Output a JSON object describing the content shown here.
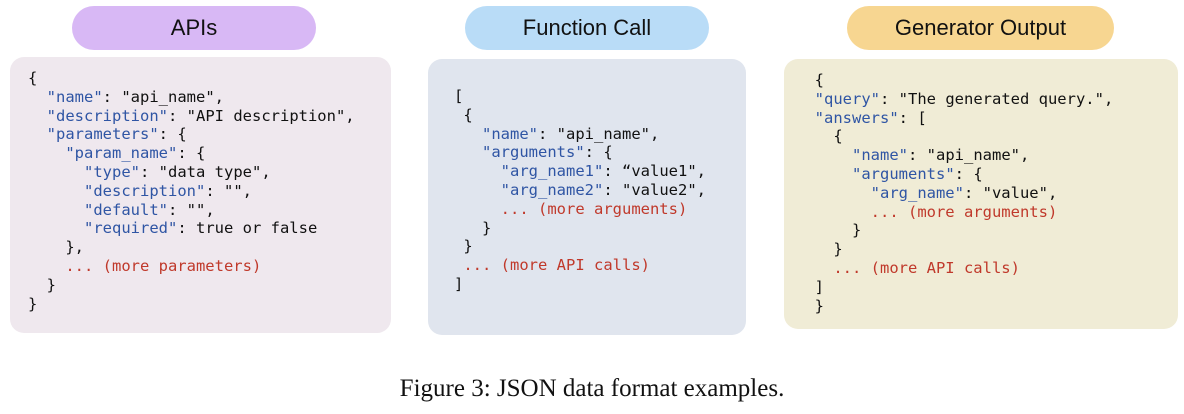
{
  "colors": {
    "apis_pill": "#d8b8f5",
    "apis_panel": "#efe8ee",
    "function_pill": "#b9dcf7",
    "function_panel": "#e0e5ee",
    "generator_pill": "#f7d691",
    "generator_panel": "#f0ecd6",
    "key_text": "#2f55a4",
    "more_text": "#c0392b"
  },
  "panels": [
    {
      "title": "APIs",
      "lines": [
        [
          {
            "t": "{"
          }
        ],
        [
          {
            "t": "  "
          },
          {
            "t": "\"name\"",
            "k": true
          },
          {
            "t": ": \"api_name\","
          }
        ],
        [
          {
            "t": "  "
          },
          {
            "t": "\"description\"",
            "k": true
          },
          {
            "t": ": \"API description\","
          }
        ],
        [
          {
            "t": "  "
          },
          {
            "t": "\"parameters\"",
            "k": true
          },
          {
            "t": ": {"
          }
        ],
        [
          {
            "t": "    "
          },
          {
            "t": "\"param_name\"",
            "k": true
          },
          {
            "t": ": {"
          }
        ],
        [
          {
            "t": "      "
          },
          {
            "t": "\"type\"",
            "k": true
          },
          {
            "t": ": \"data type\","
          }
        ],
        [
          {
            "t": "      "
          },
          {
            "t": "\"description\"",
            "k": true
          },
          {
            "t": ": \"\","
          }
        ],
        [
          {
            "t": "      "
          },
          {
            "t": "\"default\"",
            "k": true
          },
          {
            "t": ": \"\","
          }
        ],
        [
          {
            "t": "      "
          },
          {
            "t": "\"required\"",
            "k": true
          },
          {
            "t": ": true or false"
          }
        ],
        [
          {
            "t": "    },"
          }
        ],
        [
          {
            "t": "    "
          },
          {
            "t": "... (more parameters)",
            "m": true
          }
        ],
        [
          {
            "t": "  }"
          }
        ],
        [
          {
            "t": "}"
          }
        ]
      ]
    },
    {
      "title": "Function Call",
      "lines": [
        [
          {
            "t": "["
          }
        ],
        [
          {
            "t": " {"
          }
        ],
        [
          {
            "t": "   "
          },
          {
            "t": "\"name\"",
            "k": true
          },
          {
            "t": ": \"api_name\","
          }
        ],
        [
          {
            "t": "   "
          },
          {
            "t": "\"arguments\"",
            "k": true
          },
          {
            "t": ": {"
          }
        ],
        [
          {
            "t": "     "
          },
          {
            "t": "\"arg_name1\"",
            "k": true
          },
          {
            "t": ": “value1\","
          }
        ],
        [
          {
            "t": "     "
          },
          {
            "t": "\"arg_name2\"",
            "k": true
          },
          {
            "t": ": \"value2\","
          }
        ],
        [
          {
            "t": "     "
          },
          {
            "t": "... (more arguments)",
            "m": true
          }
        ],
        [
          {
            "t": "   }"
          }
        ],
        [
          {
            "t": " }"
          }
        ],
        [
          {
            "t": " "
          },
          {
            "t": "... (more API calls)",
            "m": true
          }
        ],
        [
          {
            "t": "]"
          }
        ]
      ]
    },
    {
      "title": "Generator Output",
      "lines": [
        [
          {
            "t": "  {"
          }
        ],
        [
          {
            "t": "  "
          },
          {
            "t": "\"query\"",
            "k": true
          },
          {
            "t": ": \"The generated query.\","
          }
        ],
        [
          {
            "t": "  "
          },
          {
            "t": "\"answers\"",
            "k": true
          },
          {
            "t": ": ["
          }
        ],
        [
          {
            "t": "    {"
          }
        ],
        [
          {
            "t": "      "
          },
          {
            "t": "\"name\"",
            "k": true
          },
          {
            "t": ": \"api_name\","
          }
        ],
        [
          {
            "t": "      "
          },
          {
            "t": "\"arguments\"",
            "k": true
          },
          {
            "t": ": {"
          }
        ],
        [
          {
            "t": "        "
          },
          {
            "t": "\"arg_name\"",
            "k": true
          },
          {
            "t": ": \"value\","
          }
        ],
        [
          {
            "t": "        "
          },
          {
            "t": "... (more arguments)",
            "m": true
          }
        ],
        [
          {
            "t": "      }"
          }
        ],
        [
          {
            "t": "    }"
          }
        ],
        [
          {
            "t": "    "
          },
          {
            "t": "... (more API calls)",
            "m": true
          }
        ],
        [
          {
            "t": "  ]"
          }
        ],
        [
          {
            "t": "  }"
          }
        ]
      ]
    }
  ],
  "caption": "Figure 3: JSON data format examples."
}
